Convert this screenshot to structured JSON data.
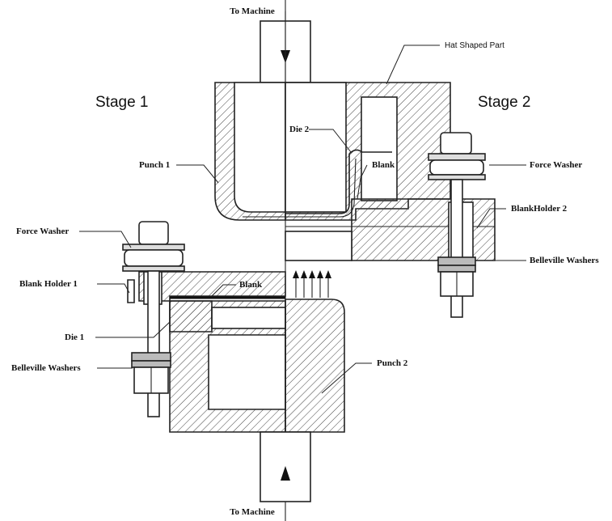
{
  "labels": {
    "to_machine_top": "To Machine",
    "to_machine_bottom": "To Machine",
    "hat_shaped_part": "Hat Shaped Part",
    "stage1": "Stage 1",
    "stage2": "Stage 2",
    "die2": "Die 2",
    "punch1": "Punch 1",
    "blank_top": "Blank",
    "force_washer_right": "Force Washer",
    "blankholder2": "BlankHolder 2",
    "force_washer_left": "Force Washer",
    "belleville_right": "Belleville Washers",
    "blank_holder1": "Blank Holder 1",
    "blank_mid": "Blank",
    "die1": "Die 1",
    "belleville_left": "Belleville Washers",
    "punch2": "Punch 2"
  }
}
